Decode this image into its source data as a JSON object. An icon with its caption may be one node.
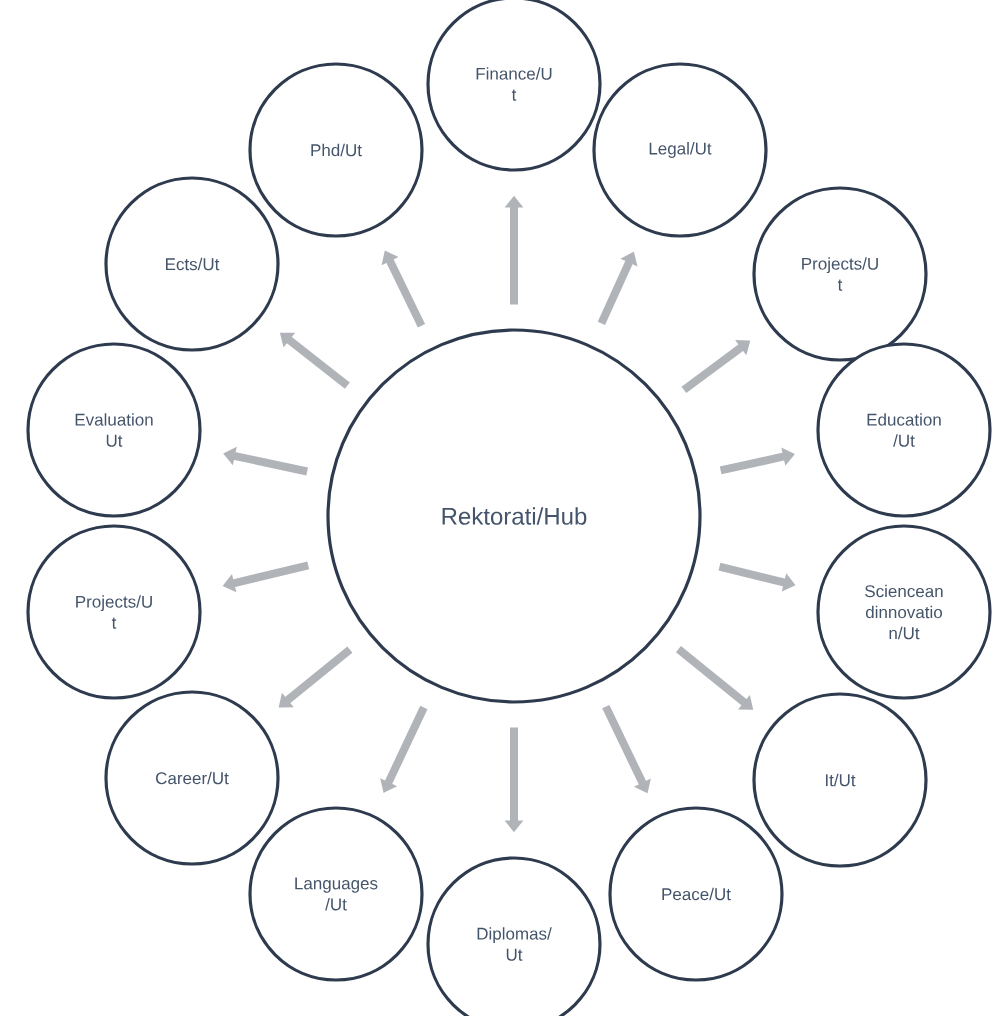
{
  "diagram": {
    "nodes": [
      {
        "text": [
          "Rektorati/Hub"
        ]
      },
      {
        "text": [
          "Finance/U t"
        ]
      },
      {
        "text": [
          "Legal/Ut"
        ]
      },
      {
        "text": [
          "Projects/U t"
        ]
      },
      {
        "text": [
          "Education /Ut"
        ]
      },
      {
        "text": [
          "Sciencean dinnovatio n/Ut"
        ]
      },
      {
        "text": [
          "It/Ut"
        ]
      },
      {
        "text": [
          "Peace/Ut"
        ]
      },
      {
        "text": [
          "Diplomas/ Ut"
        ]
      },
      {
        "text": [
          "Languages /Ut"
        ]
      },
      {
        "text": [
          "Career/Ut"
        ]
      },
      {
        "text": [
          "Projects/U t"
        ]
      },
      {
        "text": [
          "Evaluation Ut"
        ]
      },
      {
        "text": [
          "Ects/Ut"
        ]
      },
      {
        "text": [
          "Phd/Ut"
        ]
      }
    ],
    "edges": [
      {
        "from": 0,
        "to": 1,
        "arrow": "to"
      },
      {
        "from": 0,
        "to": 2,
        "arrow": "to"
      },
      {
        "from": 0,
        "to": 3,
        "arrow": "to"
      },
      {
        "from": 0,
        "to": 4,
        "arrow": "to"
      },
      {
        "from": 0,
        "to": 5,
        "arrow": "to"
      },
      {
        "from": 0,
        "to": 6,
        "arrow": "to"
      },
      {
        "from": 0,
        "to": 7,
        "arrow": "to"
      },
      {
        "from": 0,
        "to": 8,
        "arrow": "to"
      },
      {
        "from": 0,
        "to": 9,
        "arrow": "to"
      },
      {
        "from": 0,
        "to": 10,
        "arrow": "to"
      },
      {
        "from": 0,
        "to": 11,
        "arrow": "to"
      },
      {
        "from": 0,
        "to": 12,
        "arrow": "to"
      },
      {
        "from": 0,
        "to": 13,
        "arrow": "to"
      },
      {
        "from": 0,
        "to": 14,
        "arrow": "to"
      }
    ]
  }
}
